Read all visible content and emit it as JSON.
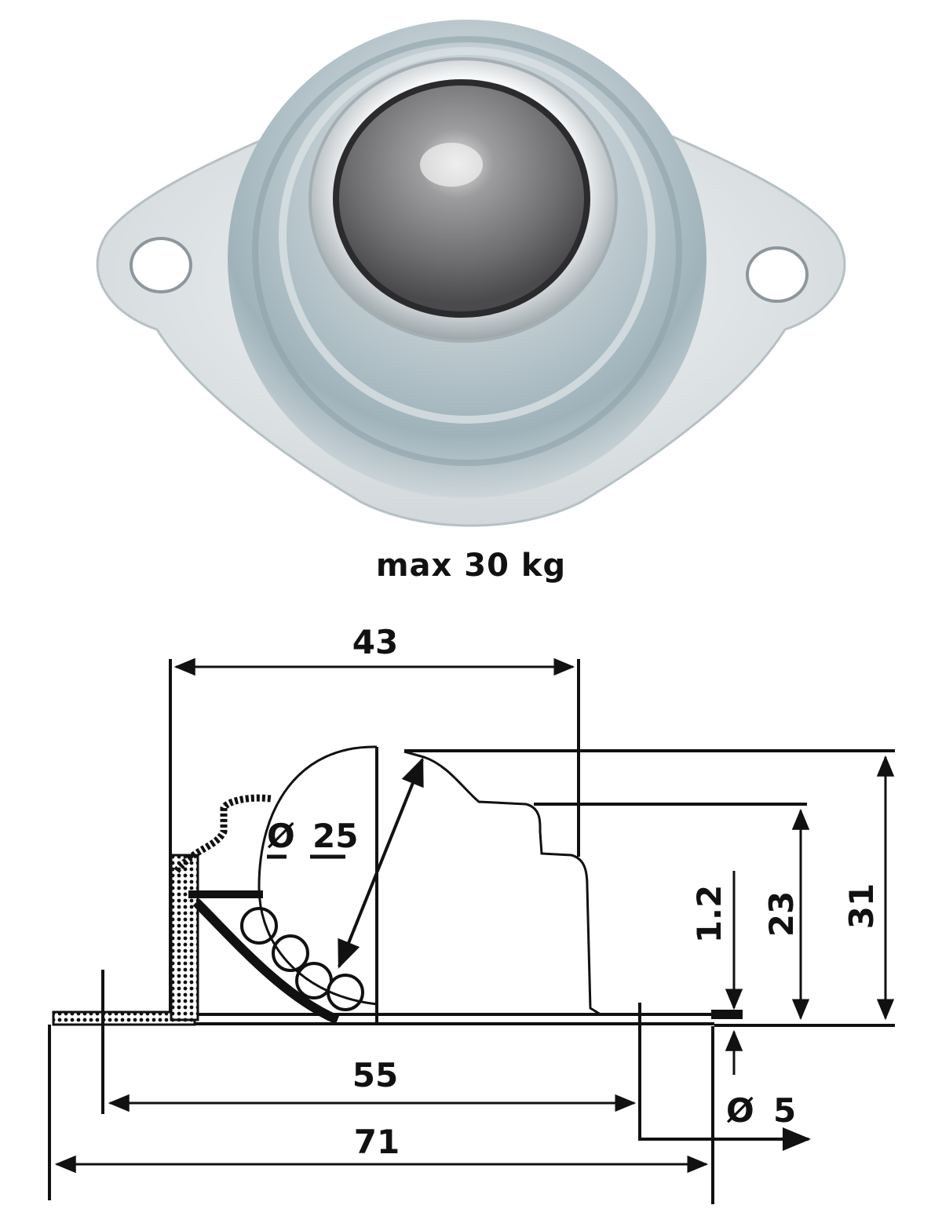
{
  "product": {
    "name": "ball transfer unit",
    "photo_colors": {
      "flange": "#e4e8ea",
      "housing": "#aebdc4",
      "ball": "#7d7d7f",
      "highlight": "#f4f6f7",
      "shadow": "#5f6d74"
    }
  },
  "caption": {
    "load_label": "max 30 kg"
  },
  "drawing": {
    "line_color": "#111111",
    "dimensions": {
      "top_width": "43",
      "ball_diameter_symbol": "Ø",
      "ball_diameter": "25",
      "flange_thickness": "1.2",
      "body_height": "23",
      "total_height": "31",
      "hole_spacing": "55",
      "overall_length": "71",
      "hole_diameter_symbol": "Ø",
      "hole_diameter": "5"
    }
  }
}
